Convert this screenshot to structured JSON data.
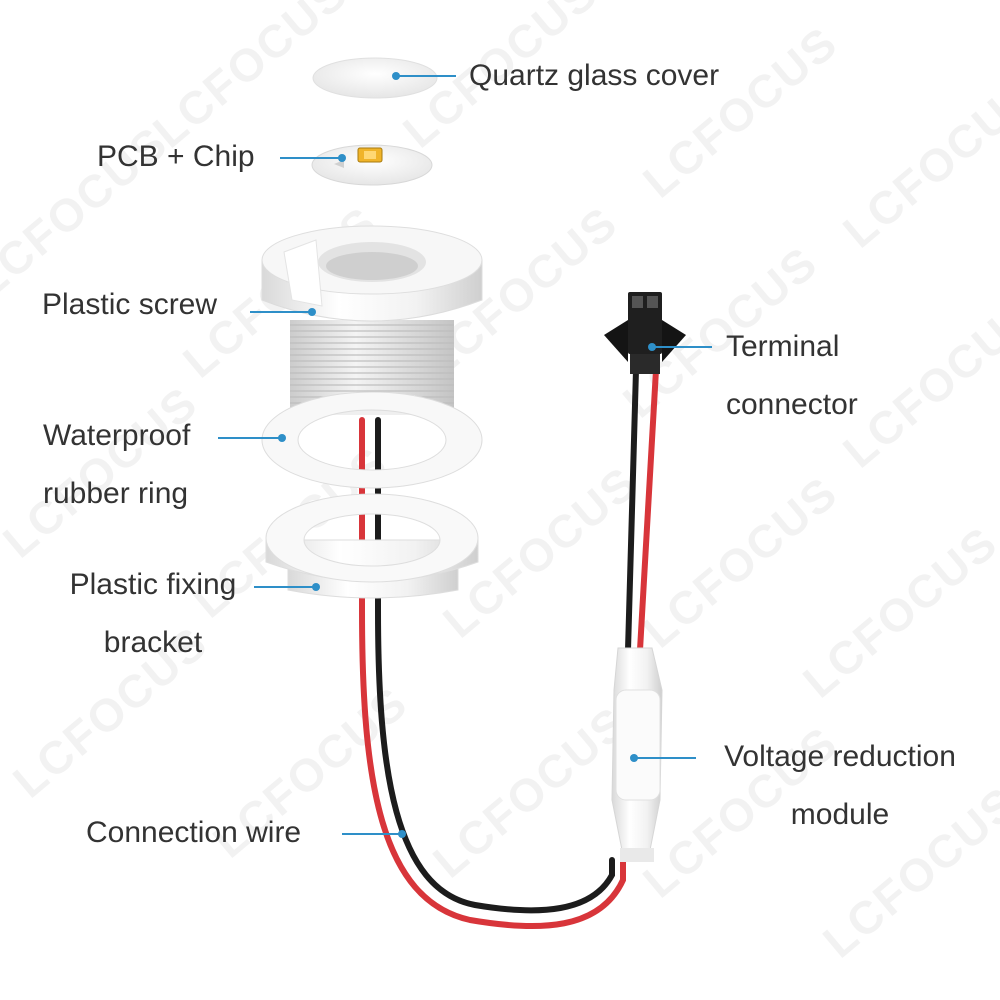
{
  "watermark": "LCFOCUS",
  "labels": {
    "quartz": "Quartz glass cover",
    "pcb": "PCB + Chip",
    "screw": "Plastic screw",
    "terminal_1": "Terminal",
    "terminal_2": "connector",
    "ring_1": "Waterproof",
    "ring_2": "rubber ring",
    "bracket_1": "Plastic fixing",
    "bracket_2": "bracket",
    "voltage_1": "Voltage reduction",
    "voltage_2": "module",
    "wire": "Connection wire"
  },
  "colors": {
    "leader_line": "#2e8fc8",
    "wire_red": "#d8353a",
    "wire_black": "#1c1c1c",
    "plastic": "#f5f5f5",
    "chip": "#f0b429",
    "text": "#333333"
  }
}
